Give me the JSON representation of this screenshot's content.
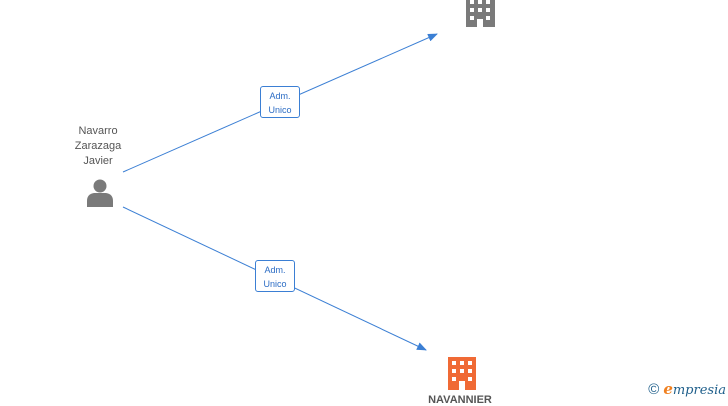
{
  "person": {
    "name": "Navarro\nZarazaga\nJavier"
  },
  "companies": [
    {
      "name": ""
    },
    {
      "name": "NAVANNIER"
    }
  ],
  "edges": [
    {
      "label": "Adm.\nUnico"
    },
    {
      "label": "Adm.\nUnico"
    }
  ],
  "colors": {
    "edge": "#3b7fd4",
    "person_icon": "#7a7a7a",
    "company_gray": "#7a7a7a",
    "company_orange": "#f06a35"
  },
  "watermark": {
    "copyright": "©",
    "brand_initial": "e",
    "brand_rest": "mpresia"
  }
}
